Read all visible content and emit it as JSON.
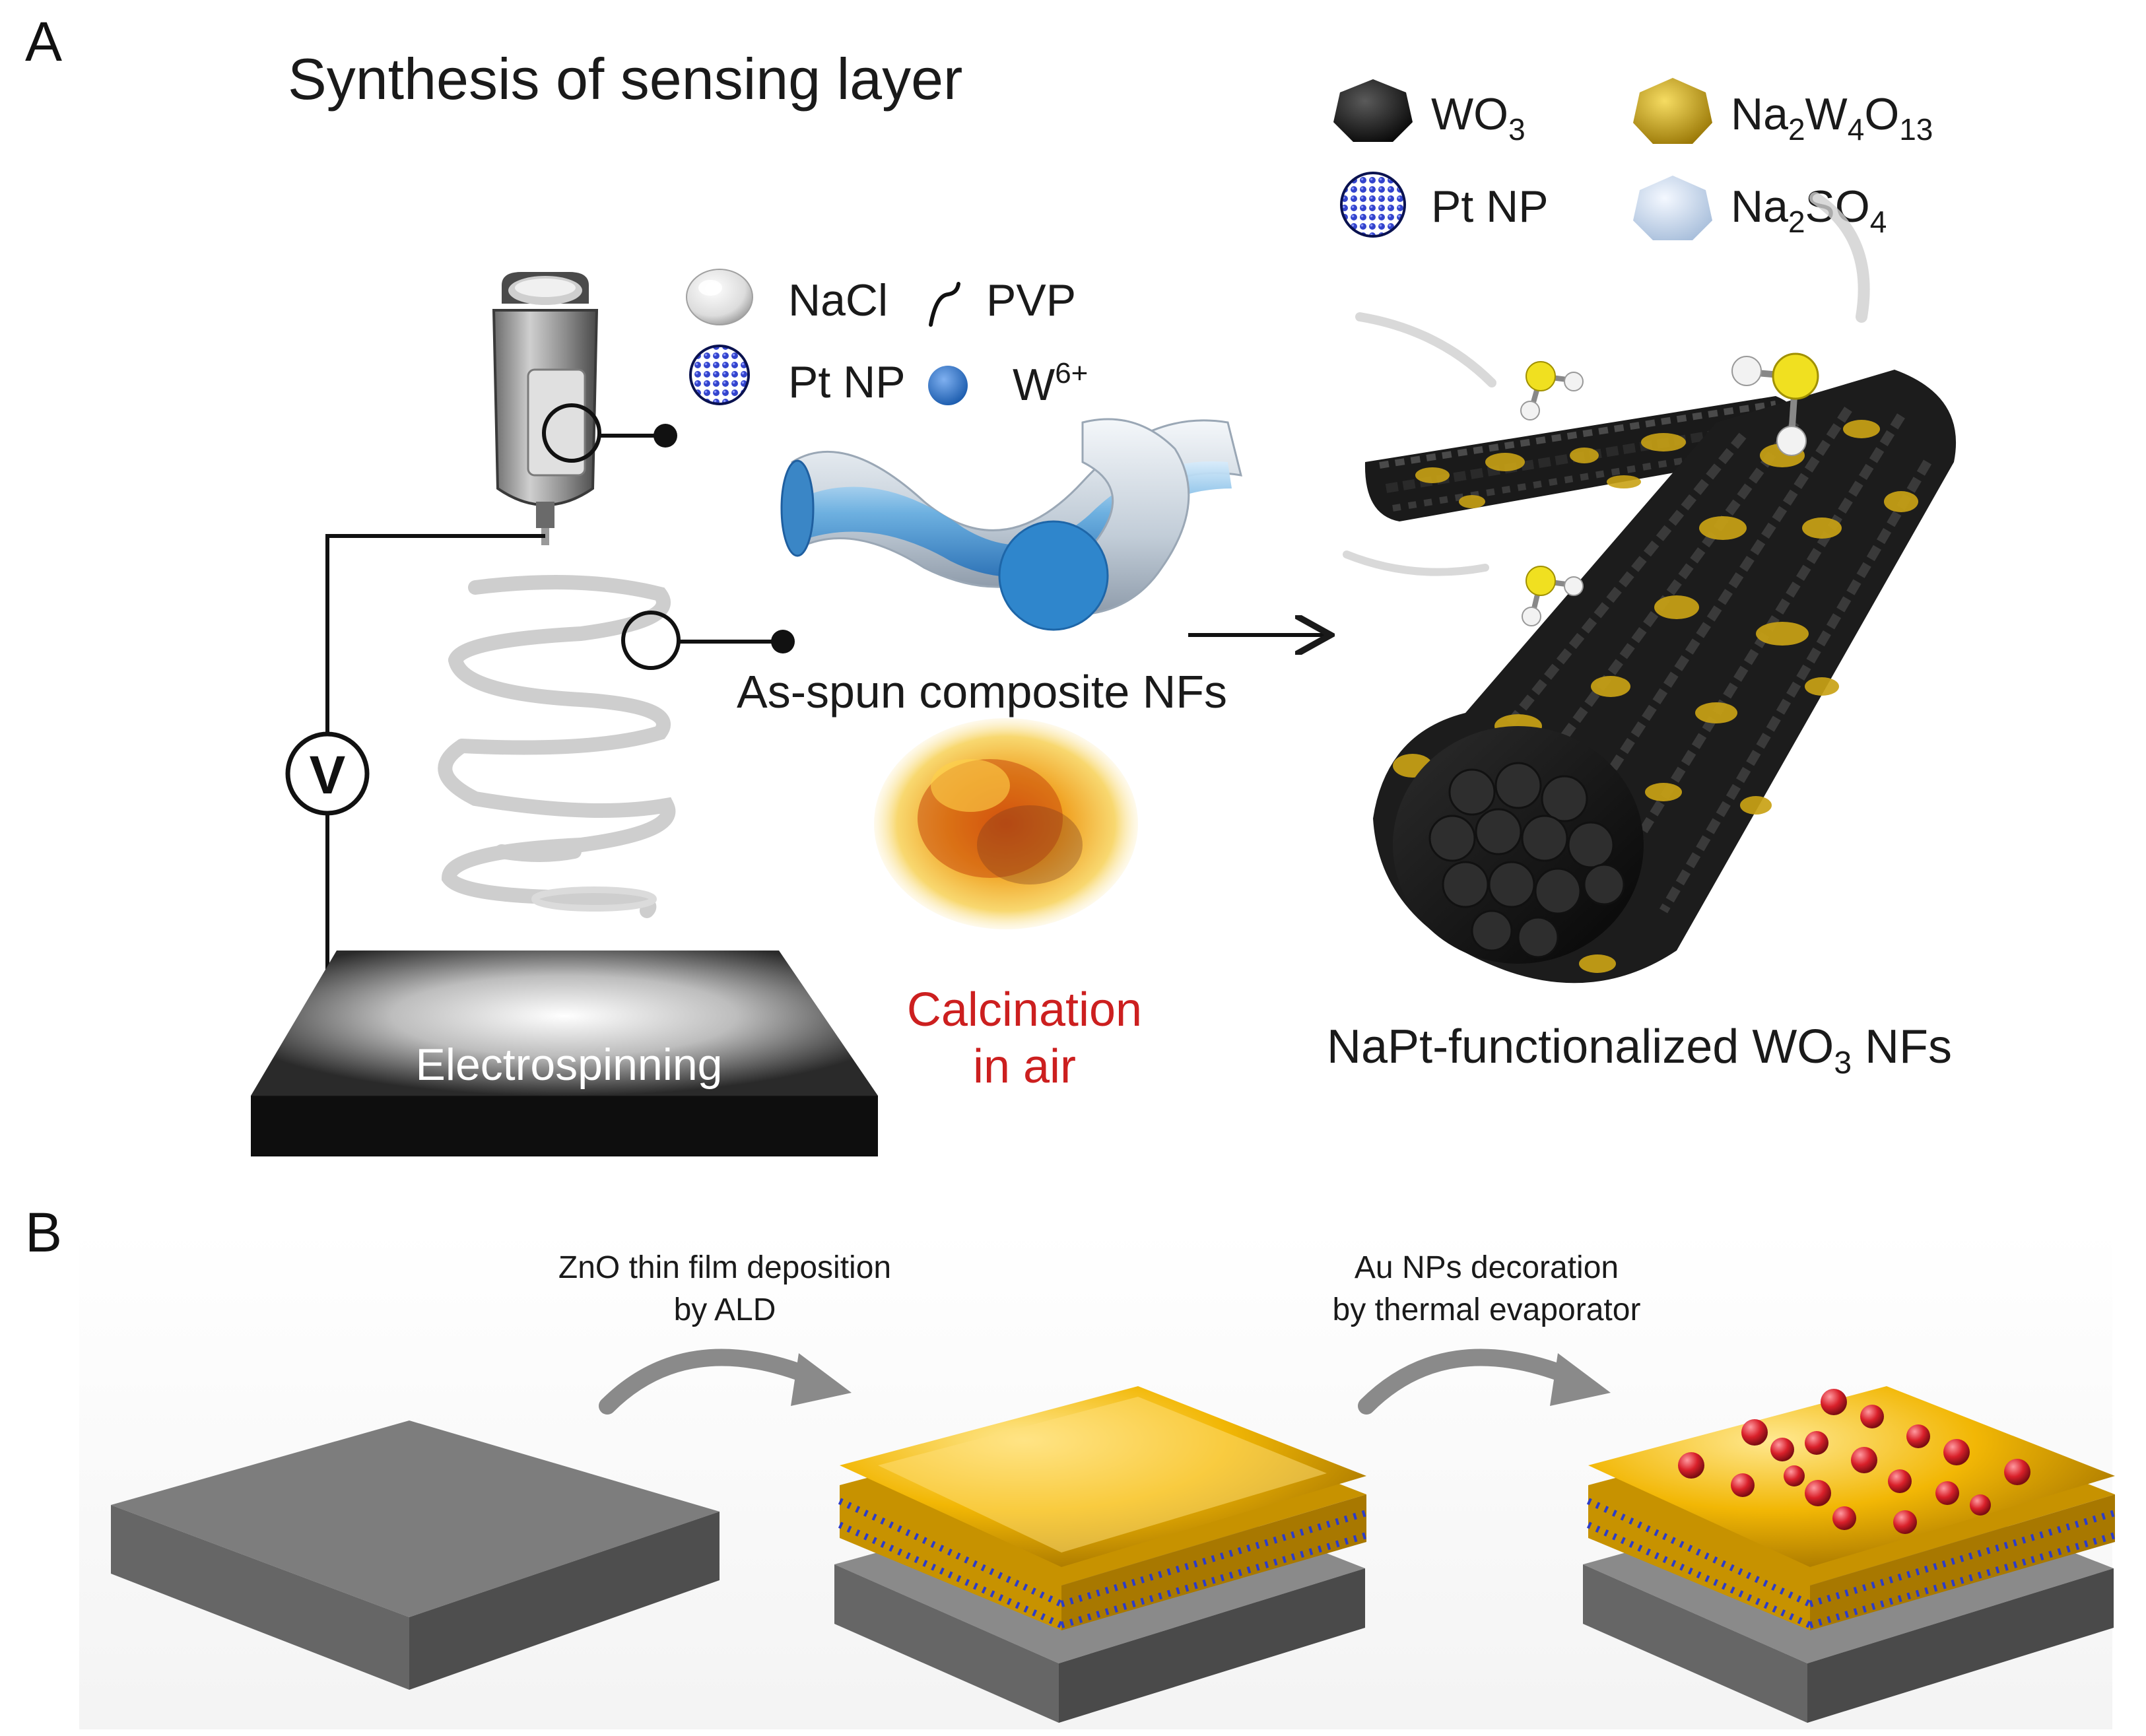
{
  "panel_a": {
    "letter": "A",
    "title": "Synthesis of sensing layer",
    "legend_left": {
      "nacl": "NaCl",
      "pvp": "PVP",
      "pt_np": "Pt NP",
      "w6_base": "W",
      "w6_sup": "6+"
    },
    "legend_right": {
      "wo3_base": "WO",
      "wo3_sub": "3",
      "na2w4o13_1": "Na",
      "na2w4o13_s1": "2",
      "na2w4o13_2": "W",
      "na2w4o13_s2": "4",
      "na2w4o13_3": "O",
      "na2w4o13_s3": "13",
      "pt_np": "Pt NP",
      "na2so4_1": "Na",
      "na2so4_s1": "2",
      "na2so4_2": "SO",
      "na2so4_s2": "4"
    },
    "voltage_symbol": "V",
    "as_spun_label": "As-spun composite NFs",
    "calcination_line1": "Calcination",
    "calcination_line2": "in air",
    "electrospinning_label": "Electrospinning",
    "product_base": "NaPt-functionalized WO",
    "product_sub": "3",
    "product_tail": " NFs"
  },
  "panel_b": {
    "letter": "B",
    "step1_line1": "ZnO thin film deposition",
    "step1_line2": "by ALD",
    "step2_line1": "Au NPs decoration",
    "step2_line2": "by thermal evaporator"
  },
  "colors": {
    "wo3": "#1c1c1c",
    "na2w4o13": "#c9a215",
    "pt_np": "#1a2a9a",
    "na2so4": "#c8d8ec",
    "w6": "#2a6fc0",
    "calcination_text": "#cc1f1f",
    "zno": "#f2b705",
    "au_np": "#d9202a",
    "substrate": "#7d7d7d"
  }
}
